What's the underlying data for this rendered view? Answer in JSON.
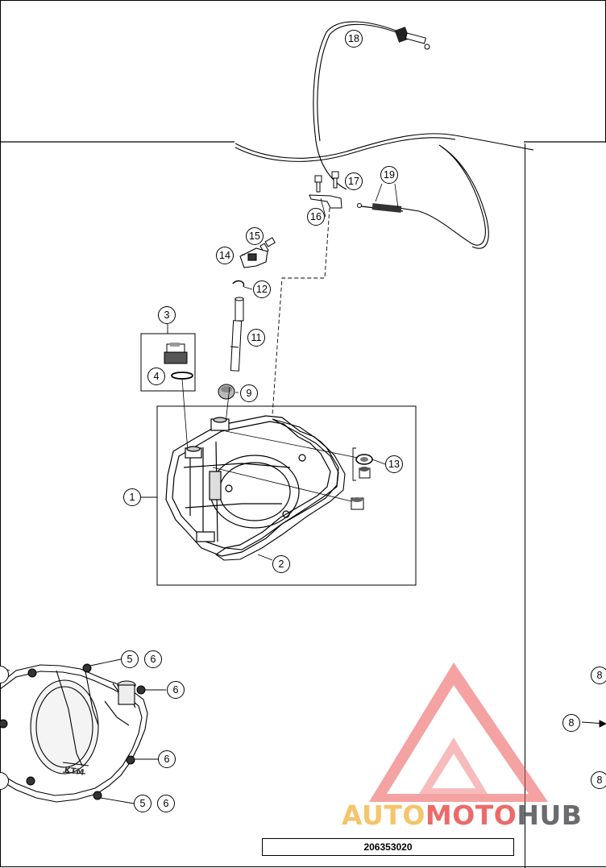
{
  "document_number": "206353020",
  "watermark": {
    "part1": "AUTO",
    "part2": "MOTO",
    "part3": "HUB",
    "colors": {
      "auto": "#f5be5a",
      "moto": "#eb5a5a",
      "hub": "#5a5a5f"
    }
  },
  "callouts": {
    "c1": "1",
    "c2": "2",
    "c3": "3",
    "c4": "4",
    "c9": "9",
    "c11": "11",
    "c12": "12",
    "c13": "13",
    "c14": "14",
    "c15": "15",
    "c16": "16",
    "c17": "17",
    "c18": "18",
    "c19": "19",
    "left_5a": "5",
    "left_6a": "6",
    "left_6b": "6",
    "left_6c": "6",
    "left_5b": "5",
    "left_6d": "6",
    "right_8a": "8",
    "right_8b": "8",
    "right_8c": "8"
  },
  "cover_logo": "KTM"
}
